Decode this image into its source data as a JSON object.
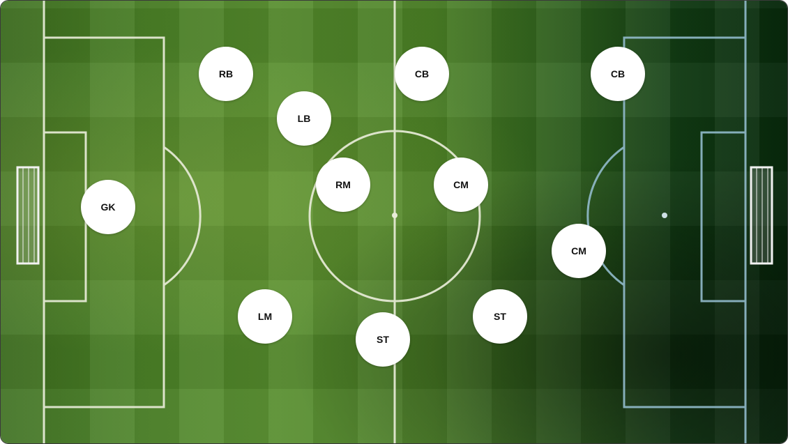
{
  "pitch": {
    "line_color": "#e8ecd8",
    "goal_color": "#f2f2f2"
  },
  "players": [
    {
      "id": "rb",
      "label": "RB"
    },
    {
      "id": "cb-1",
      "label": "CB"
    },
    {
      "id": "cb-2",
      "label": "CB"
    },
    {
      "id": "lb",
      "label": "LB"
    },
    {
      "id": "rm",
      "label": "RM"
    },
    {
      "id": "cm-1",
      "label": "CM"
    },
    {
      "id": "gk",
      "label": "GK"
    },
    {
      "id": "cm-2",
      "label": "CM"
    },
    {
      "id": "lm",
      "label": "LM"
    },
    {
      "id": "st-1",
      "label": "ST"
    },
    {
      "id": "st-2",
      "label": "ST"
    }
  ]
}
